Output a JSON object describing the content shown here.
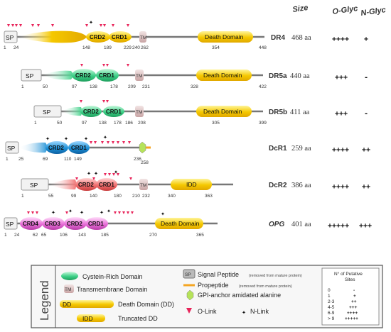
{
  "headers": {
    "size": "Size",
    "o_glyc": "O-Glyc",
    "n_glyc": "N-Glyc"
  },
  "receptors": [
    {
      "name": "DR4",
      "size": "468 aa",
      "o": "++++",
      "n": "+"
    },
    {
      "name": "DR5a",
      "size": "440 aa",
      "o": "+++",
      "n": "-"
    },
    {
      "name": "DR5b",
      "size": "411 aa",
      "o": "+++",
      "n": "-"
    },
    {
      "name": "DcR1",
      "size": "259 aa",
      "o": "++++",
      "n": "++"
    },
    {
      "name": "DcR2",
      "size": "386 aa",
      "o": "++++",
      "n": "++"
    },
    {
      "name": "OPG",
      "size": "401 aa",
      "o": "+++++",
      "n": "+++"
    }
  ],
  "labels": {
    "sp": "SP",
    "tm": "TM",
    "death_domain": "Death Domain",
    "idd": "IDD",
    "crd1": "CRD1",
    "crd2": "CRD2",
    "crd3": "CRD3",
    "crd4": "CRD4"
  },
  "positions": {
    "dr4": [
      "1",
      "24",
      "148",
      "189",
      "229",
      "240",
      "262",
      "354",
      "448"
    ],
    "dr5a": [
      "1",
      "50",
      "97",
      "138",
      "178",
      "209",
      "231",
      "328",
      "422"
    ],
    "dr5b": [
      "1",
      "50",
      "97",
      "138",
      "178",
      "186",
      "208",
      "305",
      "399"
    ],
    "dcr1": [
      "1",
      "25",
      "69",
      "110",
      "149",
      "236",
      "258"
    ],
    "dcr2": [
      "1",
      "55",
      "99",
      "140",
      "180",
      "210",
      "232",
      "340",
      "363"
    ],
    "opg": [
      "1",
      "24",
      "62",
      "65",
      "106",
      "143",
      "185",
      "270",
      "365"
    ]
  },
  "legend": {
    "title": "Legend",
    "crd": "Cystein-Rich Domain",
    "tm_box": "TM",
    "tm": "Transmembrane Domain",
    "dd_box": "DD",
    "dd": "Death Domain (DD)",
    "idd_box": "IDD",
    "idd": "Truncated DD",
    "sp_box": "SP",
    "sp": "Signal Peptide",
    "sp_note": "(removed from mature protein)",
    "pro": "Propeptide",
    "pro_note": "(removed from mature protein)",
    "gpi": "GPI-anchor amidated alanine",
    "olink": "O-Link",
    "nlink": "N-Link",
    "sites_title_1": "N° of Putative",
    "sites_title_2": "Sites",
    "sites_rows": [
      {
        "range": "0",
        "sym": "-"
      },
      {
        "range": "1",
        "sym": "+"
      },
      {
        "range": "2-3",
        "sym": "++"
      },
      {
        "range": "4-5",
        "sym": "+++"
      },
      {
        "range": "6-9",
        "sym": "++++"
      },
      {
        "range": "> 9",
        "sym": "+++++"
      }
    ]
  },
  "colors": {
    "o_link": "#e8245a",
    "n_link": "#2b9fd8",
    "death_domain": "#f5c800",
    "dr4_crd": "#f5c800",
    "dr5_crd": "#3ccf86",
    "dcr1_crd": "#1b8fd6",
    "dcr2_crd": "#f07070",
    "opg_crd": "#e870d8",
    "tm": "#d9bcbc",
    "sp": "#f2f2f2"
  }
}
